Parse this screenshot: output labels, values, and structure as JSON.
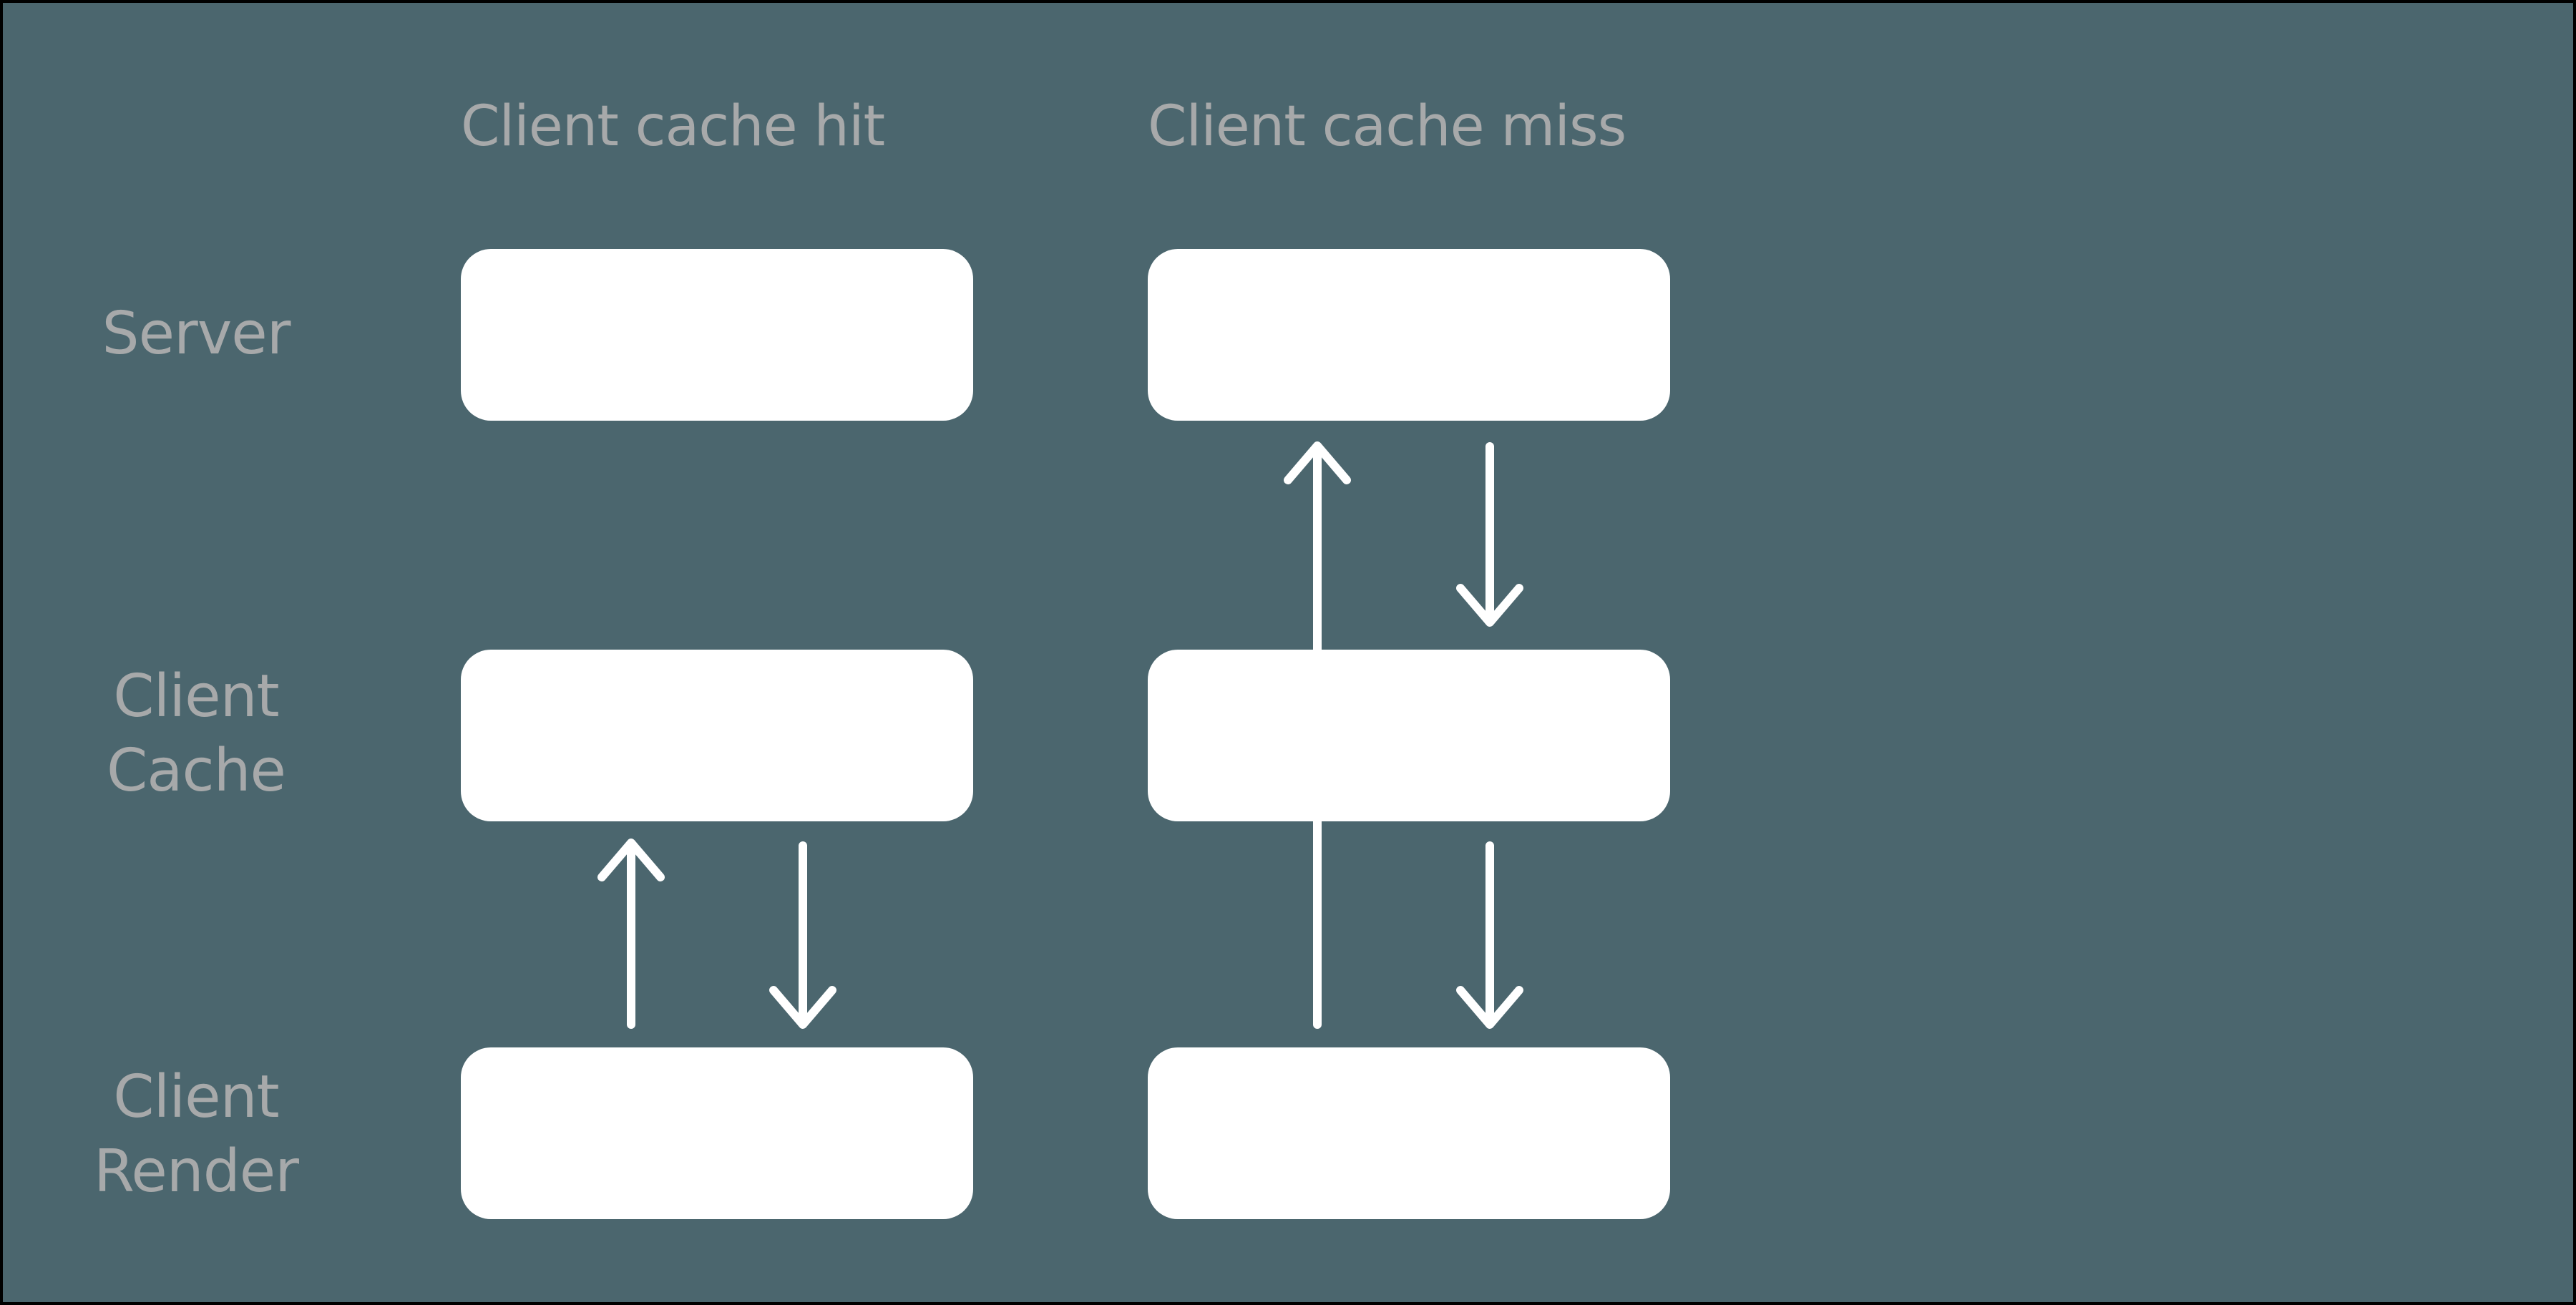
{
  "diagram": {
    "type": "sequence-comparison",
    "colors": {
      "background": "#4b666e",
      "frame_border": "#000000",
      "box_fill": "#ffffff",
      "text": "#a7a9aa",
      "arrow": "#ffffff"
    },
    "columns": [
      {
        "id": "cache-hit",
        "label": "Client cache hit"
      },
      {
        "id": "cache-miss",
        "label": "Client cache miss"
      }
    ],
    "rows": [
      {
        "id": "server",
        "label": "Server"
      },
      {
        "id": "client-cache",
        "label": "Client\nCache"
      },
      {
        "id": "client-render",
        "label": "Client\nRender"
      }
    ],
    "boxes": [
      {
        "row": "server",
        "column": "cache-hit",
        "text": ""
      },
      {
        "row": "client-cache",
        "column": "cache-hit",
        "text": ""
      },
      {
        "row": "client-render",
        "column": "cache-hit",
        "text": ""
      },
      {
        "row": "server",
        "column": "cache-miss",
        "text": ""
      },
      {
        "row": "client-cache",
        "column": "cache-miss",
        "text": ""
      },
      {
        "row": "client-render",
        "column": "cache-miss",
        "text": ""
      }
    ],
    "arrows": [
      {
        "column": "cache-hit",
        "direction": "up",
        "from": "client-render",
        "to": "client-cache"
      },
      {
        "column": "cache-hit",
        "direction": "down",
        "from": "client-cache",
        "to": "client-render"
      },
      {
        "column": "cache-miss",
        "direction": "up",
        "from": "client-render",
        "to": "server",
        "note": "passes behind client-cache box"
      },
      {
        "column": "cache-miss",
        "direction": "down",
        "from": "server",
        "to": "client-cache"
      },
      {
        "column": "cache-miss",
        "direction": "down",
        "from": "client-cache",
        "to": "client-render"
      }
    ]
  }
}
